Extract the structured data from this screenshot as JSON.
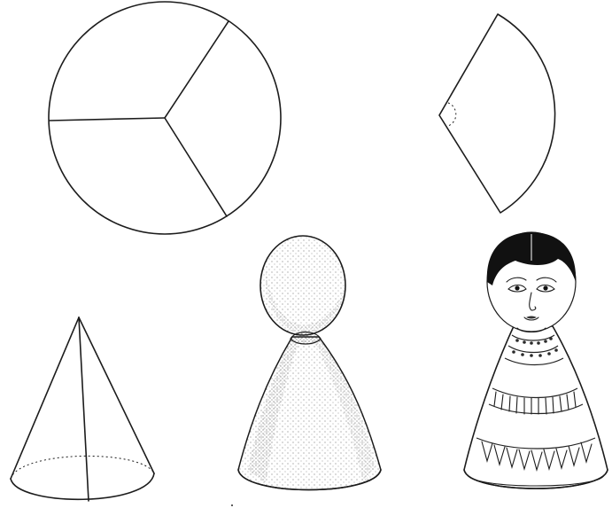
{
  "figure": {
    "panels": [
      "circle-divided-into-three-sectors",
      "single-sector-cutout",
      "paper-cone",
      "cone-with-ball-head",
      "painted-cone-doll"
    ]
  }
}
